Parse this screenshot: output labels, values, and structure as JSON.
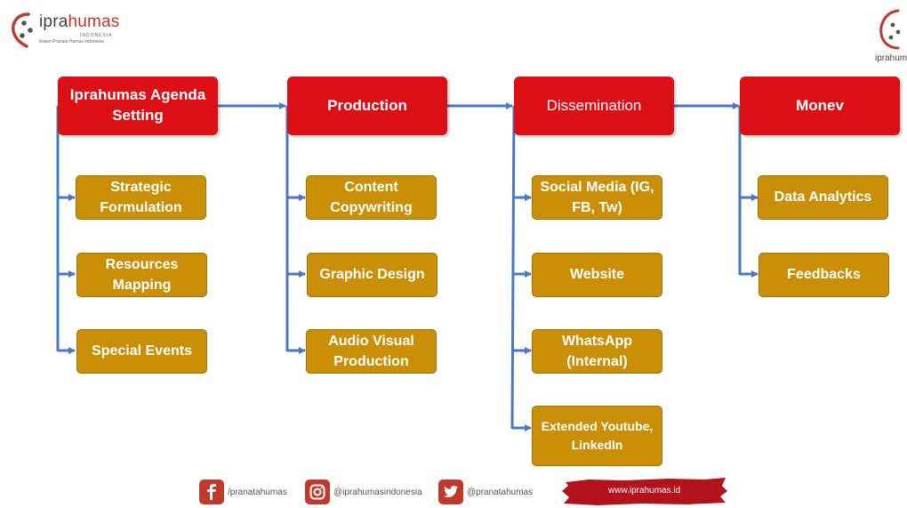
{
  "logos": {
    "left": {
      "word_prefix": "ipra",
      "word_suffix": "humas",
      "sub1": "INDONESIA",
      "sub2": "Ikatan Pranata Humas Indonesia"
    },
    "right": {
      "text": "iprahumas"
    }
  },
  "stages": [
    {
      "label": "Iprahumas Agenda Setting",
      "items": [
        "Strategic Formulation",
        "Resources Mapping",
        "Special Events"
      ]
    },
    {
      "label": "Production",
      "items": [
        "Content Copywriting",
        "Graphic Design",
        "Audio Visual Production"
      ]
    },
    {
      "label": "Dissemination",
      "items": [
        "Social Media (IG, FB, Tw)",
        "Website",
        "WhatsApp (Internal)",
        "Extended Youtube, LinkedIn"
      ]
    },
    {
      "label": "Monev",
      "items": [
        "Data Analytics",
        "Feedbacks"
      ]
    }
  ],
  "footer": {
    "facebook": "/pranatahumas",
    "instagram": "@iprahumasindonesia",
    "twitter": "@pranatahumas",
    "website": "www.iprahumas.id"
  },
  "colors": {
    "header": "#dc0f15",
    "item": "#c98f07",
    "connector": "#4a78c2"
  }
}
